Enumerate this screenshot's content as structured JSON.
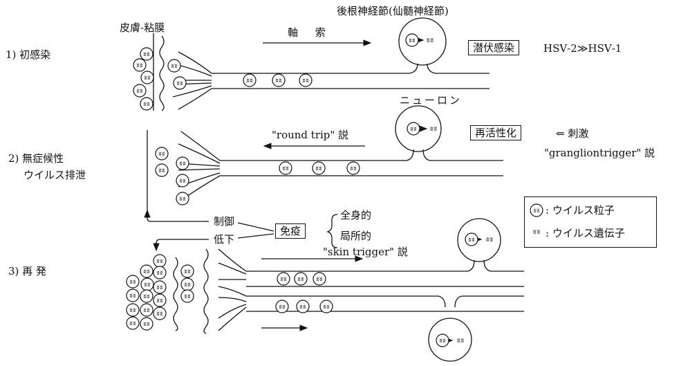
{
  "labels": {
    "header_dorsal_root": "後根神経節(仙髄神経節)",
    "header_skin": "皮膚‐粘膜",
    "stage1": "1) 初感染",
    "stage2_line1": "2) 無症候性",
    "stage2_line2": "ウイルス排泄",
    "stage3": "3) 再 発",
    "axon": "軸 索",
    "latent_box": "潜伏感染",
    "hsv_ratio": "HSV‐2≫HSV‐1",
    "neuron": "ニューロン",
    "round_trip": "\"round trip\" 説",
    "reactivation_box": "再活性化",
    "stimulus": "⇐ 刺激",
    "ganglion_trigger": "\"grangliontrigger\" 説",
    "control": "制御",
    "decline": "低下",
    "immunity_box": "免疫",
    "systemic": "全身的",
    "local": "局所的",
    "skin_trigger": "\"skin trigger\" 説",
    "virion_mark": "ᴡᴡ"
  },
  "legend": {
    "virus_particle": ": ウイルス粒子",
    "viral_gene": ": ウイルス遺伝子"
  },
  "colors": {
    "ink": "#111111",
    "background": "#ffffff"
  }
}
